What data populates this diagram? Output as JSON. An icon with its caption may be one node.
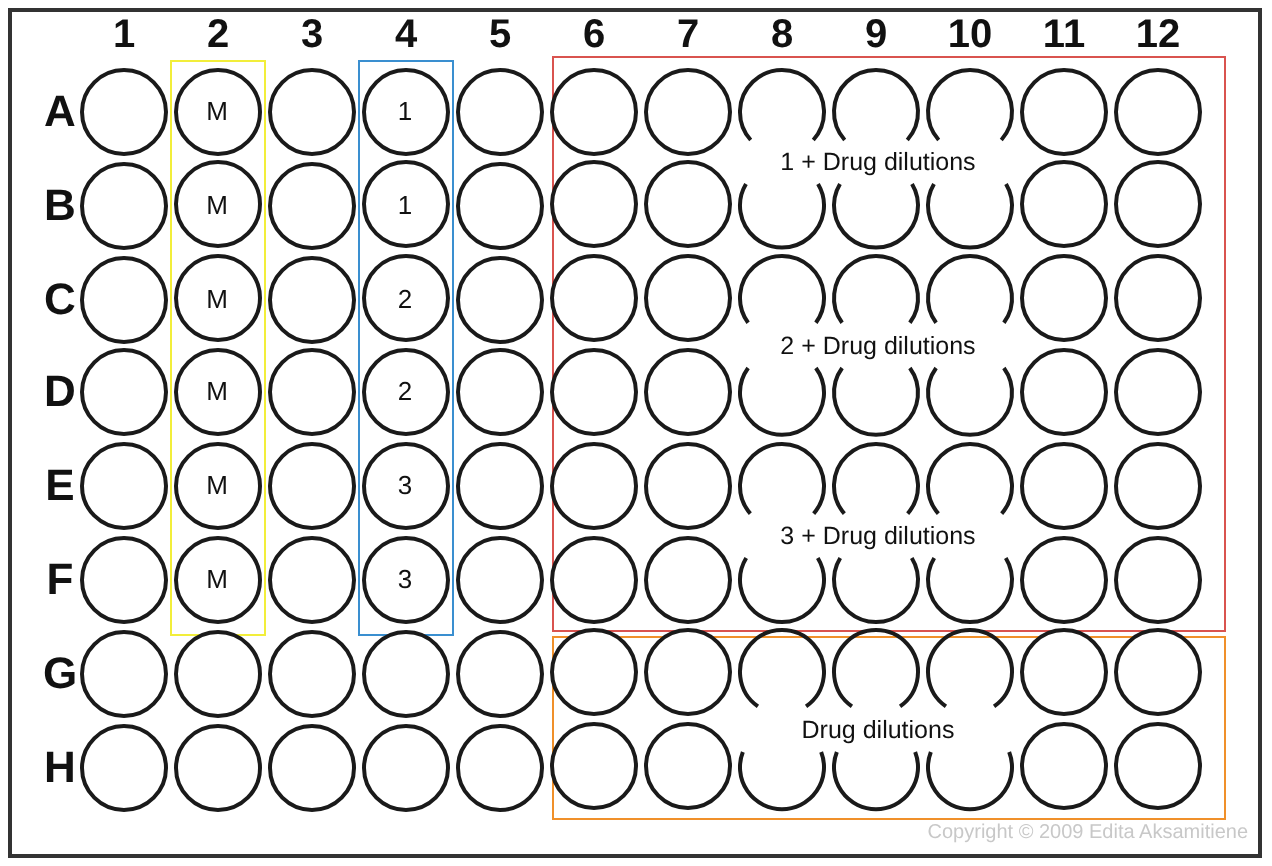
{
  "diagram": {
    "nodes": [
      {
        "text": [],
        "shape": "box"
      },
      {
        "text": [
          "M"
        ],
        "in": 0
      },
      {
        "text": [
          "M"
        ],
        "in": 0
      },
      {
        "text": [
          "M"
        ],
        "in": 0
      },
      {
        "text": [
          "M"
        ],
        "in": 0
      },
      {
        "text": [
          "M"
        ],
        "in": 0
      },
      {
        "text": [
          "M"
        ],
        "in": 0
      },
      {
        "text": [],
        "shape": "box"
      },
      {
        "text": [
          "1"
        ],
        "in": 7
      },
      {
        "text": [
          "1"
        ],
        "in": 7
      },
      {
        "text": [
          "2"
        ],
        "in": 7
      },
      {
        "text": [
          "2"
        ],
        "in": 7
      },
      {
        "text": [
          "3"
        ],
        "in": 7
      },
      {
        "text": [
          "3"
        ],
        "in": 7
      },
      {
        "text": [
          "1 + Drug dilutions",
          "2 + Drug dilutions",
          "3 + Drug dilutions"
        ]
      },
      {
        "text": [],
        "shape": "circle",
        "in": 14
      },
      {
        "text": [],
        "shape": "circle",
        "in": 14
      },
      {
        "text": [],
        "shape": "circle",
        "in": 14
      },
      {
        "text": [],
        "shape": "circle",
        "in": 14
      },
      {
        "text": [],
        "shape": "circle",
        "in": 14
      },
      {
        "text": [],
        "shape": "circle",
        "in": 14
      },
      {
        "text": [],
        "shape": "circle",
        "in": 14
      },
      {
        "text": [],
        "shape": "circle",
        "in": 14
      },
      {
        "text": [],
        "shape": "circle",
        "in": 14
      },
      {
        "text": [],
        "shape": "circle",
        "in": 14
      },
      {
        "text": [],
        "shape": "circle",
        "in": 14
      },
      {
        "text": [],
        "shape": "circle",
        "in": 14
      },
      {
        "text": [],
        "shape": "circle",
        "in": 14
      },
      {
        "text": [],
        "shape": "circle",
        "in": 14
      },
      {
        "text": [],
        "shape": "circle",
        "in": 14
      },
      {
        "text": [],
        "shape": "circle",
        "in": 14
      },
      {
        "text": [],
        "shape": "circle",
        "in": 14
      },
      {
        "text": [],
        "shape": "circle",
        "in": 14
      },
      {
        "text": [],
        "shape": "circle",
        "in": 14
      },
      {
        "text": [],
        "shape": "circle",
        "in": 14
      },
      {
        "text": [],
        "shape": "circle",
        "in": 14
      },
      {
        "text": [],
        "shape": "circle",
        "in": 14
      },
      {
        "text": [],
        "shape": "circle",
        "in": 14
      },
      {
        "text": [],
        "shape": "circle",
        "in": 14
      },
      {
        "text": [],
        "shape": "circle",
        "in": 14
      },
      {
        "text": [],
        "shape": "circle",
        "in": 14
      },
      {
        "text": [],
        "shape": "circle",
        "in": 14
      },
      {
        "text": [],
        "shape": "circle",
        "in": 14
      },
      {
        "text": [],
        "shape": "circle",
        "in": 14
      },
      {
        "text": [],
        "shape": "circle",
        "in": 14
      },
      {
        "text": [],
        "shape": "circle",
        "in": 14
      },
      {
        "text": [],
        "shape": "circle",
        "in": 14
      },
      {
        "text": [],
        "shape": "circle",
        "in": 14
      },
      {
        "text": [],
        "shape": "circle",
        "in": 14
      },
      {
        "text": [],
        "shape": "circle",
        "in": 14
      },
      {
        "text": [],
        "shape": "circle",
        "in": 14
      },
      {
        "text": [],
        "shape": "circle",
        "in": 14
      },
      {
        "text": [],
        "shape": "circle",
        "in": 14
      },
      {
        "text": [],
        "shape": "circle",
        "in": 14
      },
      {
        "text": [],
        "shape": "circle",
        "in": 14
      },
      {
        "text": [],
        "shape": "circle",
        "in": 14
      },
      {
        "text": [],
        "shape": "circle",
        "in": 14
      },
      {
        "text": [
          "Drug dilutions"
        ]
      },
      {
        "text": [],
        "shape": "circle",
        "in": 57
      },
      {
        "text": [],
        "shape": "circle",
        "in": 57
      },
      {
        "text": [],
        "shape": "circle",
        "in": 57
      },
      {
        "text": [],
        "shape": "circle",
        "in": 57
      },
      {
        "text": [],
        "shape": "circle",
        "in": 57
      },
      {
        "text": [],
        "shape": "circle",
        "in": 57
      },
      {
        "text": [],
        "shape": "circle",
        "in": 57
      },
      {
        "text": [],
        "shape": "circle",
        "in": 57
      },
      {
        "text": [],
        "shape": "circle",
        "in": 57
      },
      {
        "text": [],
        "shape": "circle",
        "in": 57
      },
      {
        "text": [],
        "shape": "circle",
        "in": 57
      },
      {
        "text": [],
        "shape": "circle",
        "in": 57
      },
      {
        "text": [],
        "shape": "circle",
        "in": 57
      },
      {
        "text": [],
        "shape": "circle",
        "in": 57
      },
      {
        "text": [],
        "shape": "circle"
      },
      {
        "text": [],
        "shape": "circle"
      },
      {
        "text": [],
        "shape": "circle"
      },
      {
        "text": [],
        "shape": "circle"
      },
      {
        "text": [],
        "shape": "circle"
      },
      {
        "text": [],
        "shape": "circle"
      },
      {
        "text": [],
        "shape": "circle"
      },
      {
        "text": [],
        "shape": "circle"
      },
      {
        "text": [],
        "shape": "circle"
      },
      {
        "text": [],
        "shape": "circle"
      },
      {
        "text": [],
        "shape": "circle"
      },
      {
        "text": [],
        "shape": "circle"
      },
      {
        "text": [],
        "shape": "circle"
      },
      {
        "text": [],
        "shape": "circle"
      },
      {
        "text": [],
        "shape": "circle"
      },
      {
        "text": [],
        "shape": "circle"
      },
      {
        "text": [],
        "shape": "circle"
      },
      {
        "text": [],
        "shape": "circle"
      },
      {
        "text": [],
        "shape": "circle"
      },
      {
        "text": [],
        "shape": "circle"
      },
      {
        "text": [],
        "shape": "circle"
      },
      {
        "text": [],
        "shape": "circle"
      },
      {
        "text": [],
        "shape": "circle"
      },
      {
        "text": [],
        "shape": "circle"
      },
      {
        "text": [],
        "shape": "circle"
      },
      {
        "text": [],
        "shape": "circle"
      },
      {
        "text": [],
        "shape": "circle"
      },
      {
        "text": [],
        "shape": "circle"
      }
    ],
    "labels": [
      "1",
      "2",
      "3",
      "4",
      "5",
      "6",
      "7",
      "8",
      "9",
      "10",
      "11",
      "12",
      "A",
      "B",
      "C",
      "D",
      "E",
      "F",
      "G",
      "H",
      "Copyright © 2009 Edita Aksamitiene"
    ]
  }
}
